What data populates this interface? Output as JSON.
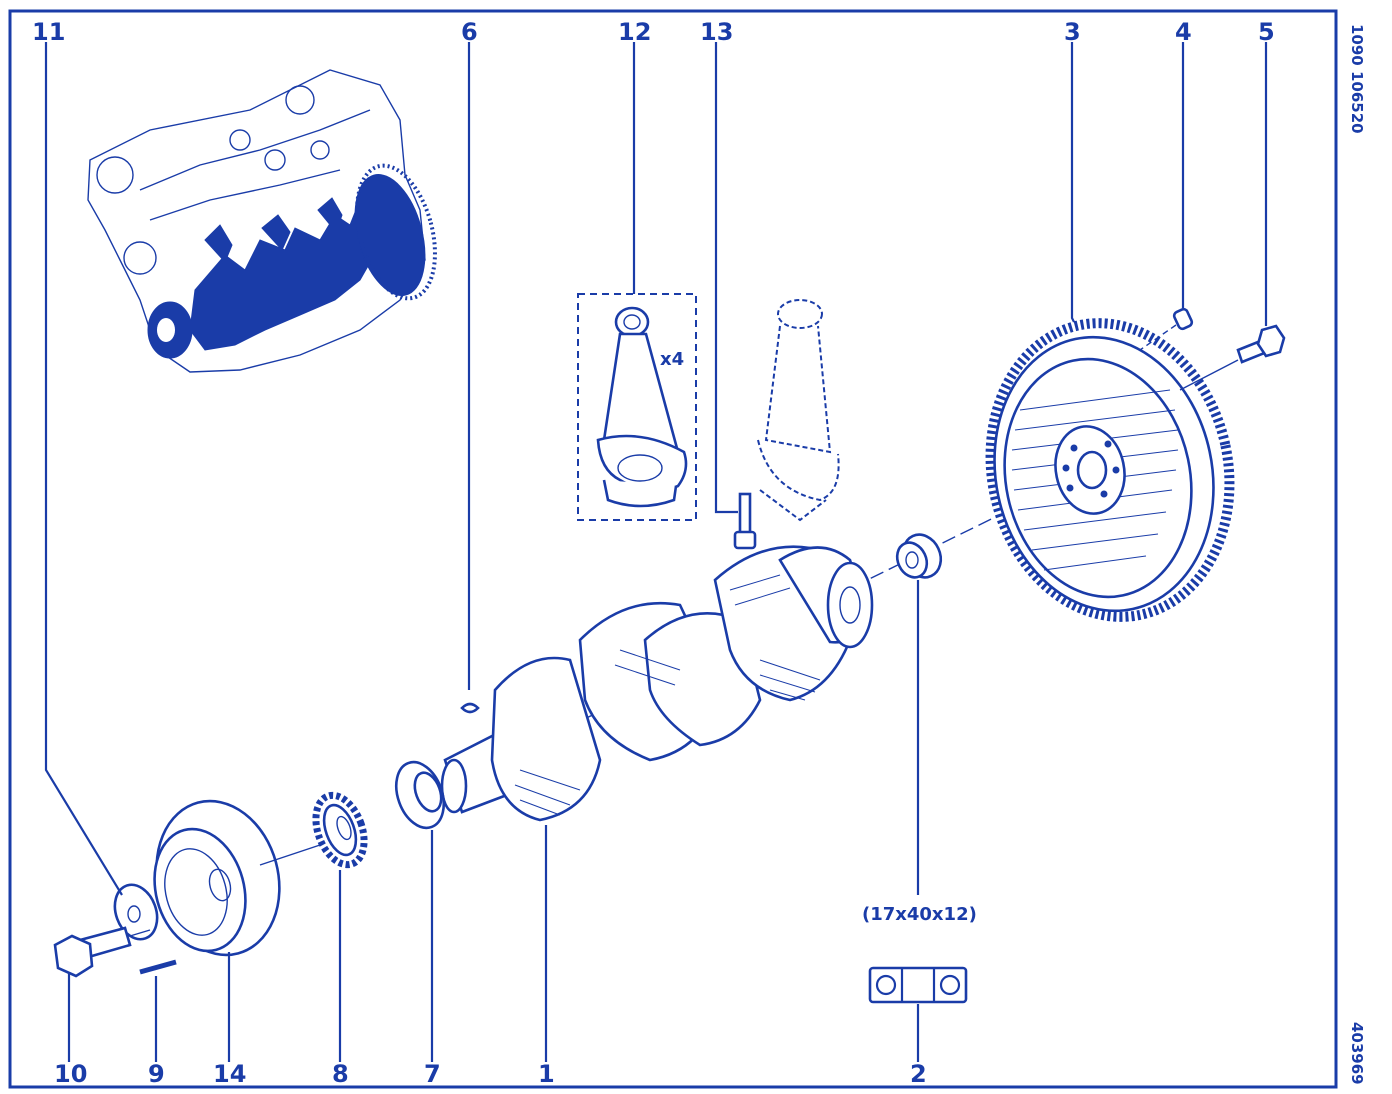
{
  "colors": {
    "line": "#1a3ca8",
    "background": "#ffffff"
  },
  "side_labels": {
    "top": "1090 106520",
    "bottom": "403969"
  },
  "callouts": {
    "c1": "1",
    "c2": "2",
    "c3": "3",
    "c4": "4",
    "c5": "5",
    "c6": "6",
    "c7": "7",
    "c8": "8",
    "c9": "9",
    "c10": "10",
    "c11": "11",
    "c12": "12",
    "c13": "13",
    "c14": "14"
  },
  "quantity_label": "x4",
  "bearing_dimensions": "(17x40x12)",
  "icons": {
    "engine": "engine-overview-icon",
    "crankshaft": "crankshaft-icon",
    "flywheel": "flywheel-icon",
    "connecting_rod": "connecting-rod-icon",
    "bearing_symbol": "bearing-symbol-icon"
  }
}
